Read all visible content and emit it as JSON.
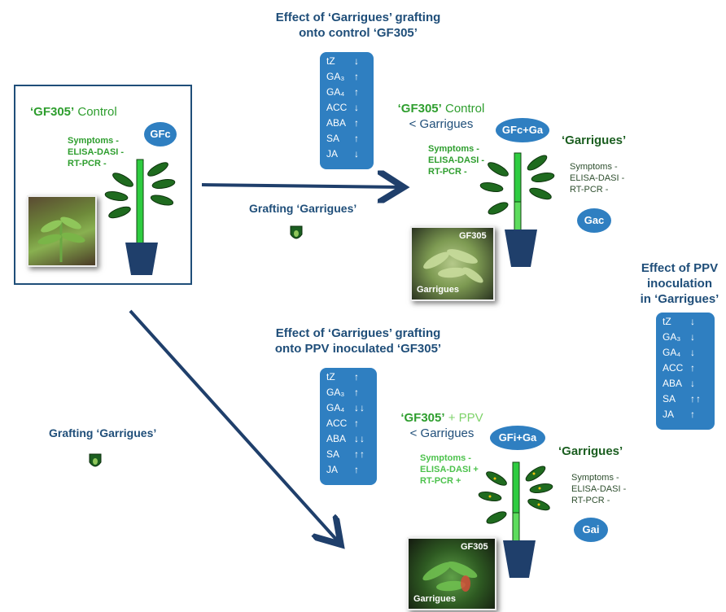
{
  "effect_top": {
    "title_line1": "Effect of ‘Garrigues’ grafting",
    "title_line2": "onto control ‘GF305’",
    "rows": [
      {
        "label": "tZ",
        "arrow": "↓"
      },
      {
        "label": "GA₃",
        "arrow": "↑"
      },
      {
        "label": "GA₄",
        "arrow": "↑"
      },
      {
        "label": "ACC",
        "arrow": "↓"
      },
      {
        "label": "ABA",
        "arrow": "↑"
      },
      {
        "label": "SA",
        "arrow": "↑"
      },
      {
        "label": "JA",
        "arrow": "↓"
      }
    ]
  },
  "effect_middle": {
    "title_line1": "Effect of ‘Garrigues’ grafting",
    "title_line2": "onto PPV inoculated ‘GF305’",
    "rows": [
      {
        "label": "tZ",
        "arrow": "↑"
      },
      {
        "label": "GA₃",
        "arrow": "↑"
      },
      {
        "label": "GA₄",
        "arrow": "↓↓"
      },
      {
        "label": "ACC",
        "arrow": "↑"
      },
      {
        "label": "ABA",
        "arrow": "↓↓"
      },
      {
        "label": "SA",
        "arrow": "↑↑"
      },
      {
        "label": "JA",
        "arrow": "↑"
      }
    ]
  },
  "effect_right": {
    "title_line1": "Effect of PPV",
    "title_line2": "inoculation",
    "title_line3": "in ‘Garrigues’",
    "rows": [
      {
        "label": "tZ",
        "arrow": "↓"
      },
      {
        "label": "GA₃",
        "arrow": "↓"
      },
      {
        "label": "GA₄",
        "arrow": "↓"
      },
      {
        "label": "ACC",
        "arrow": "↑"
      },
      {
        "label": "ABA",
        "arrow": "↓"
      },
      {
        "label": "SA",
        "arrow": "↑↑"
      },
      {
        "label": "JA",
        "arrow": "↑"
      }
    ]
  },
  "control_box": {
    "title_bold": "‘GF305’",
    "title_rest": " Control",
    "pill": "GFc",
    "diag": [
      "Symptoms  -",
      "ELISA-DASI  -",
      "RT-PCR  -"
    ]
  },
  "grafting_labels": {
    "top": "Grafting  ‘Garrigues’",
    "left": "Grafting  ‘Garrigues’"
  },
  "top_result": {
    "title_bold": "‘GF305’",
    "title_rest": " Control",
    "subtitle": "< Garrigues",
    "pill": "GFc+Ga",
    "diag": [
      "Symptoms  -",
      "ELISA-DASI  -",
      "RT-PCR  -"
    ],
    "garrigues_title": "‘Garrigues’",
    "garrigues_diag": [
      "Symptoms   -",
      "ELISA-DASI  -",
      "RT-PCR  -"
    ],
    "garrigues_pill": "Gac",
    "photo_top_label": "GF305",
    "photo_bottom_label": "Garrigues"
  },
  "bottom_result": {
    "title_bold": "‘GF305’",
    "title_rest": " + PPV",
    "subtitle": "< Garrigues",
    "pill": "GFi+Ga",
    "diag": [
      "Symptoms  -",
      "ELISA-DASI  +",
      "RT-PCR  +"
    ],
    "garrigues_title": "‘Garrigues’",
    "garrigues_diag": [
      "Symptoms   -",
      "ELISA-DASI  -",
      "RT-PCR  -"
    ],
    "garrigues_pill": "Gai",
    "photo_top_label": "GF305",
    "photo_bottom_label": "Garrigues"
  },
  "colors": {
    "box_blue": "#2f7fc1",
    "dark_blue": "#1f4e79",
    "green": "#2e9e2e",
    "pot": "#1f3f6b"
  }
}
